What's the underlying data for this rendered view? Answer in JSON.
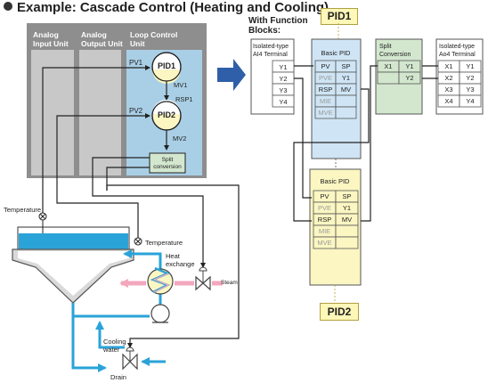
{
  "title": "Example: Cascade Control (Heating and Cooling)",
  "function_blocks_label_line1": "With Function",
  "function_blocks_label_line2": "Blocks:",
  "units": {
    "analog_input_line1": "Analog",
    "analog_input_line2": "Input Unit",
    "analog_output_line1": "Analog",
    "analog_output_line2": "Output Unit",
    "loop_control_line1": "Loop Control",
    "loop_control_line2": "Unit"
  },
  "loop": {
    "pv1": "PV1",
    "pid1": "PID1",
    "mv1": "MV1",
    "rsp1": "RSP1",
    "pv2": "PV2",
    "pid2": "PID2",
    "mv2": "MV2",
    "split_line1": "Split",
    "split_line2": "conversion"
  },
  "process": {
    "temperature_tank": "Temperature",
    "temperature_exchanger": "Temperature",
    "heat_exchange_line1": "Heat",
    "heat_exchange_line2": "exchange",
    "steam": "Steam",
    "cooling_water_line1": "Cooling",
    "cooling_water_line2": "water",
    "drain": "Drain"
  },
  "blocks": {
    "ai4_title_line1": "Isolated-type",
    "ai4_title_line2": "AI4 Terminal",
    "ai4_outputs": [
      "Y1",
      "Y2",
      "Y3",
      "Y4"
    ],
    "pid1_title": "Basic PID",
    "pid1_rows": [
      [
        "PV",
        "SP"
      ],
      [
        "PVE",
        "Y1"
      ],
      [
        "RSP",
        "MV"
      ],
      [
        "MIE",
        ""
      ],
      [
        "MVE",
        ""
      ]
    ],
    "split_title_line1": "Split",
    "split_title_line2": "Conversion",
    "split_rows": [
      [
        "X1",
        "Y1"
      ],
      [
        "",
        "Y2"
      ]
    ],
    "ao4_title_line1": "Isolated-type",
    "ao4_title_line2": "Ao4 Terminal",
    "ao4_rows": [
      [
        "X1",
        "Y1"
      ],
      [
        "X2",
        "Y2"
      ],
      [
        "X3",
        "Y3"
      ],
      [
        "X4",
        "Y4"
      ]
    ],
    "pid2_title": "Basic PID",
    "pid2_rows": [
      [
        "PV",
        "SP"
      ],
      [
        "PVE",
        "Y1"
      ],
      [
        "RSP",
        "MV"
      ],
      [
        "MIE",
        ""
      ],
      [
        "MVE",
        ""
      ]
    ]
  },
  "callouts": {
    "pid1": "PID1",
    "pid2": "PID2"
  },
  "colors": {
    "arrow_blue": "#2f5fa8",
    "unit_gray": "#8e8e8e",
    "loop_blue": "#a9cfe6",
    "pid_box_blue": "#cfe5f5",
    "pid_box_yellow": "#fbf6c2",
    "split_green": "#d3e7cf",
    "water_blue": "#2aa3d8",
    "steam_pink": "#f3a7bd",
    "callout_yellow": "#fdf7b8"
  }
}
